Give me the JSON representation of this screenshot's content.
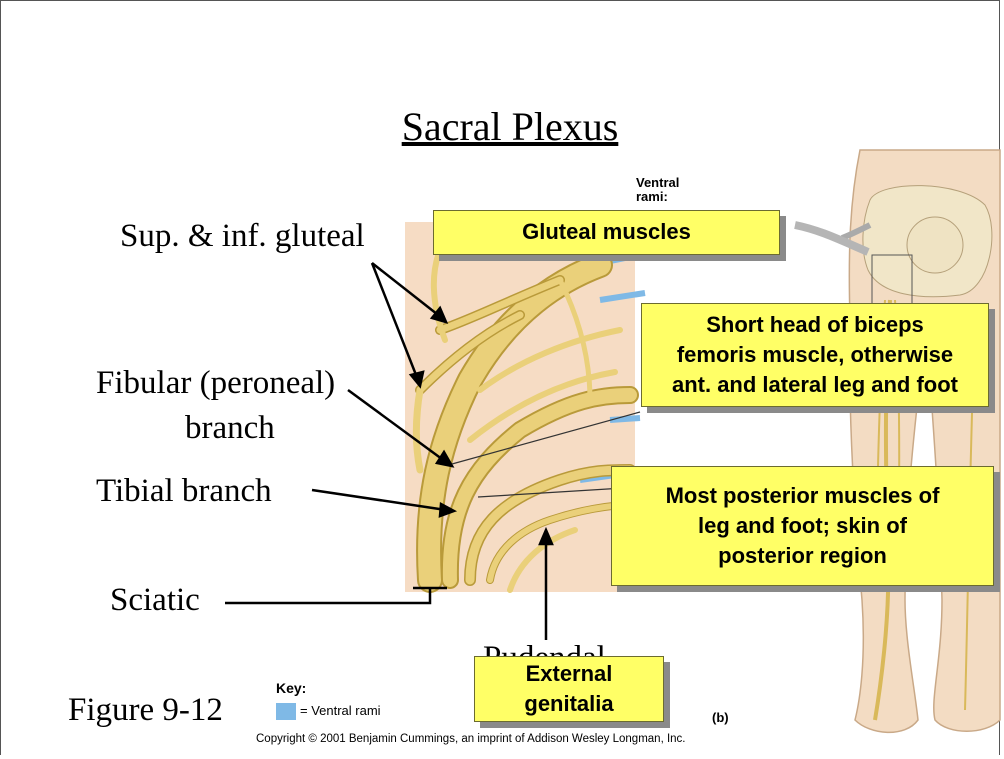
{
  "title": "Sacral Plexus",
  "labels": {
    "gluteal": "Sup. & inf. gluteal",
    "fibular": "Fibular (peroneal)",
    "fibular_line2": "branch",
    "tibial": "Tibial branch",
    "sciatic": "Sciatic",
    "pudendal": "Pudendal",
    "figure": "Figure 9-12"
  },
  "callouts": {
    "gluteal_muscles": "Gluteal muscles",
    "short_head": [
      "Short head of biceps",
      "femoris muscle, otherwise",
      "ant. and lateral leg and foot"
    ],
    "posterior": [
      "Most posterior muscles of",
      "leg and foot; skin of",
      "posterior region"
    ],
    "genitalia": [
      "External",
      "genitalia"
    ]
  },
  "figure_text": {
    "ventral_rami_header": [
      "Ventral",
      "rami:"
    ],
    "key_title": "Key:",
    "key_entry": "= Ventral rami",
    "panel_letter": "(b)",
    "copyright": "Copyright © 2001 Benjamin Cummings, an imprint of Addison Wesley Longman, Inc."
  },
  "colors": {
    "callout_fill": "#ffff66",
    "nerve": "#ead07a",
    "nerve_outline": "#b99a3a",
    "panel_bg": "#f6dcc4",
    "ventral_rami": "#7fb9e6",
    "leg_skin": "#f3dcc3"
  }
}
